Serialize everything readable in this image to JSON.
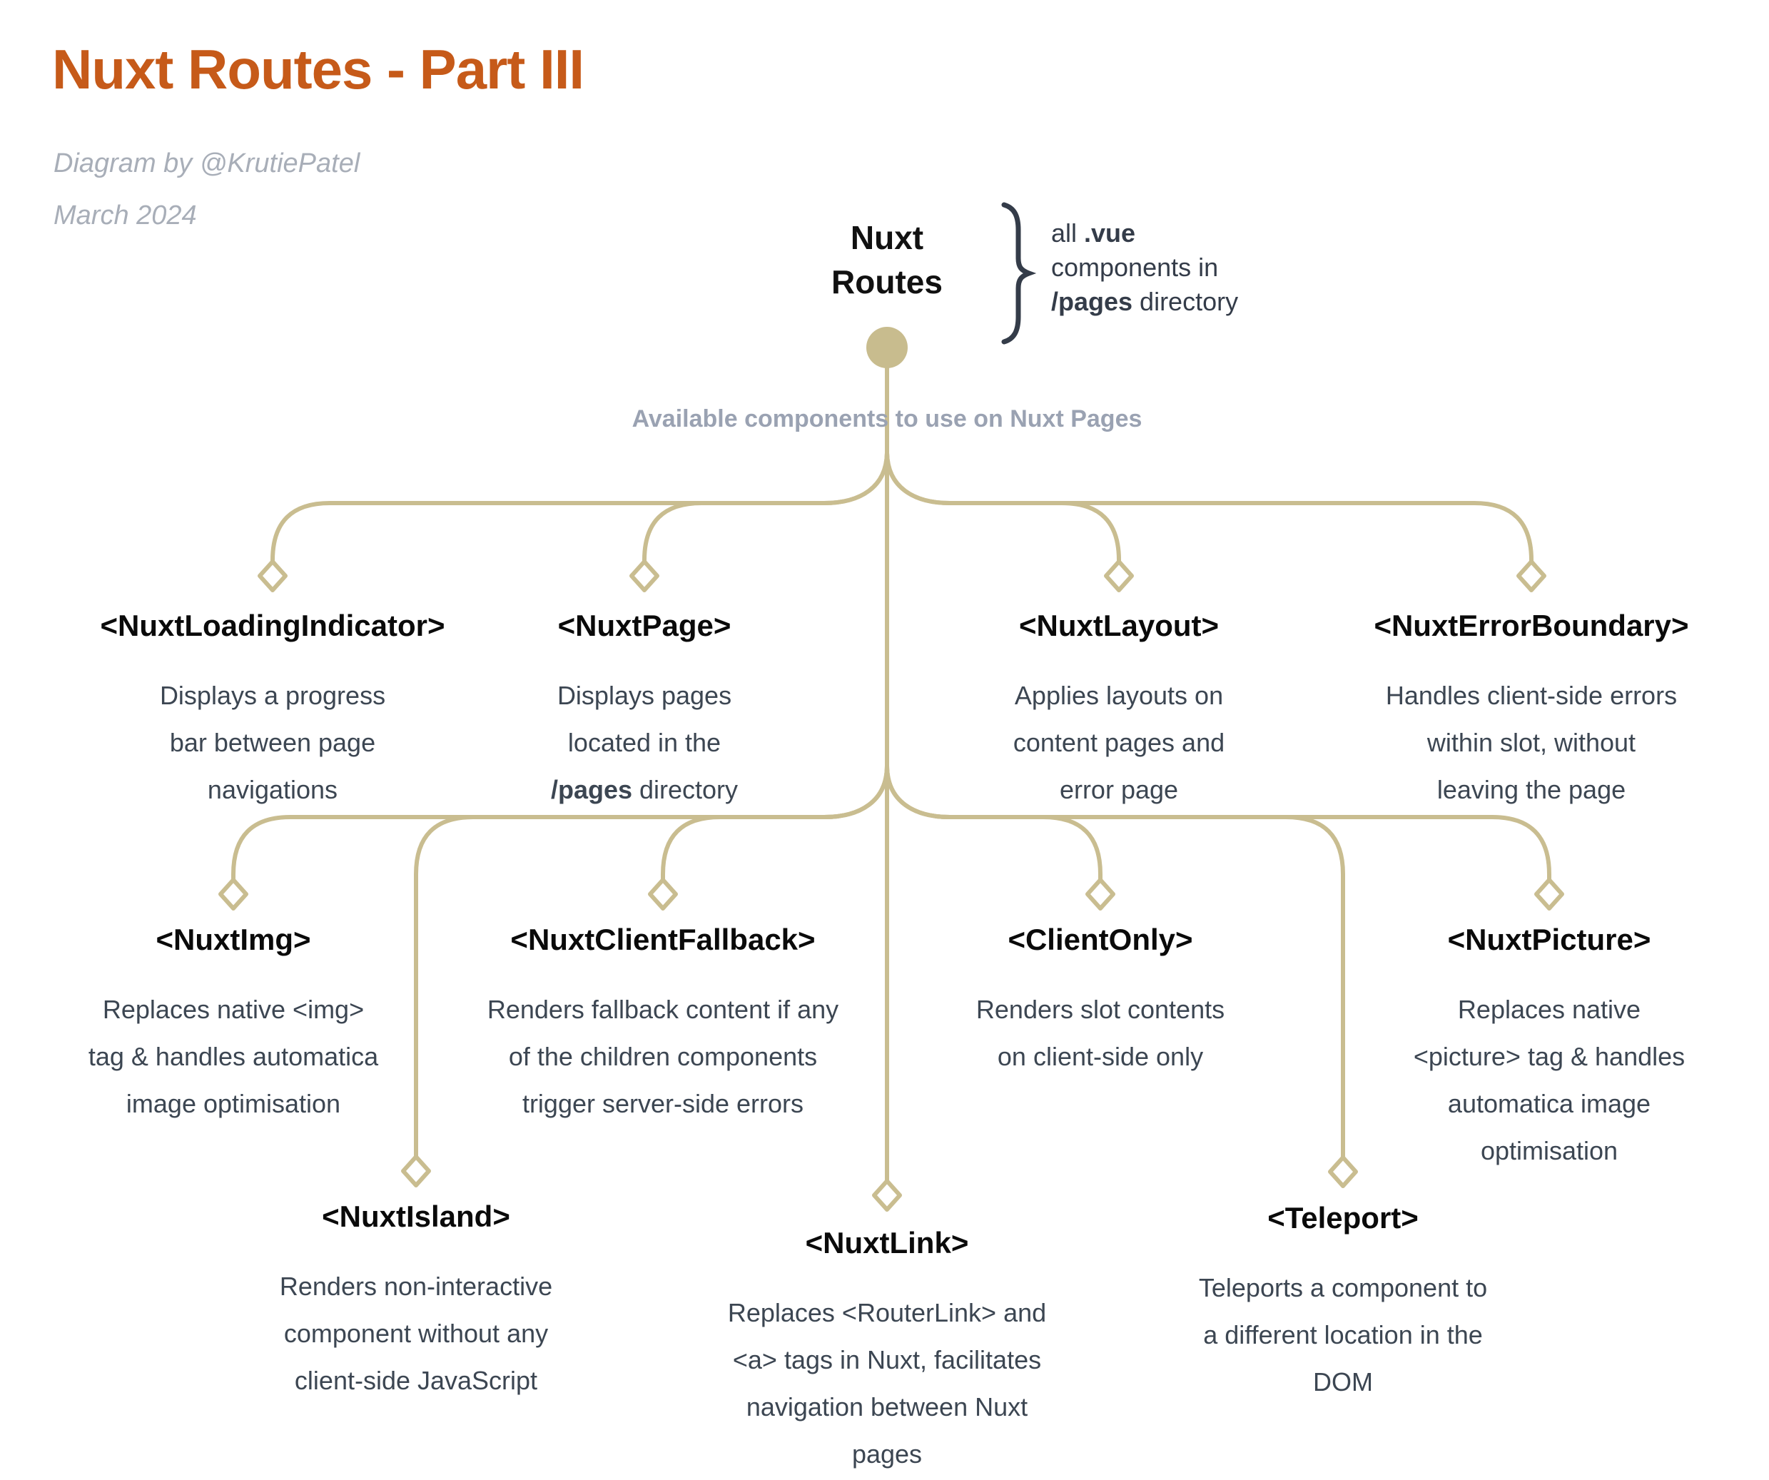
{
  "header": {
    "title": "Nuxt Routes - Part III",
    "byline": "Diagram by @KrutiePatel",
    "date": "March 2024"
  },
  "root": {
    "title": "Nuxt\nRoutes",
    "brace_note": "all .vue\ncomponents in\n/pages directory"
  },
  "tree_label": "Available components to use on Nuxt Pages",
  "bold_terms": [
    ".vue",
    "/pages"
  ],
  "colors": {
    "accent_orange": "#C65A19",
    "line_tan": "#C9BD90",
    "dot_tan": "#C8BC8E",
    "text_slate": "#3C4652",
    "text_slate_dark": "#343C49",
    "text_gray": "#A8AEB8",
    "label_gray": "#9AA2B2",
    "title_black": "#0A0A0A"
  },
  "nodes": [
    {
      "id": "nuxt-loading-indicator",
      "title": "<NuxtLoadingIndicator>",
      "desc": "Displays a progress\nbar between page\nnavigations"
    },
    {
      "id": "nuxt-page",
      "title": "<NuxtPage>",
      "desc": "Displays pages\nlocated in the\n/pages directory"
    },
    {
      "id": "nuxt-layout",
      "title": "<NuxtLayout>",
      "desc": "Applies layouts on\ncontent pages and\nerror page"
    },
    {
      "id": "nuxt-error-boundary",
      "title": "<NuxtErrorBoundary>",
      "desc": "Handles client-side errors\nwithin slot, without\nleaving the page"
    },
    {
      "id": "nuxt-img",
      "title": "<NuxtImg>",
      "desc": "Replaces native <img>\ntag & handles automatica\nimage optimisation"
    },
    {
      "id": "nuxt-client-fallback",
      "title": "<NuxtClientFallback>",
      "desc": "Renders fallback content if any\nof the children components\ntrigger server-side errors"
    },
    {
      "id": "client-only",
      "title": "<ClientOnly>",
      "desc": "Renders slot contents\non client-side only"
    },
    {
      "id": "nuxt-picture",
      "title": "<NuxtPicture>",
      "desc": "Replaces native\n<picture> tag & handles\nautomatica image\noptimisation"
    },
    {
      "id": "nuxt-island",
      "title": "<NuxtIsland>",
      "desc": "Renders non-interactive\ncomponent without any\nclient-side JavaScript"
    },
    {
      "id": "nuxt-link",
      "title": "<NuxtLink>",
      "desc": "Replaces <RouterLink> and\n<a> tags in Nuxt, facilitates\nnavigation between Nuxt\npages"
    },
    {
      "id": "teleport",
      "title": "<Teleport>",
      "desc": "Teleports a component to\na different location in the\nDOM"
    }
  ]
}
